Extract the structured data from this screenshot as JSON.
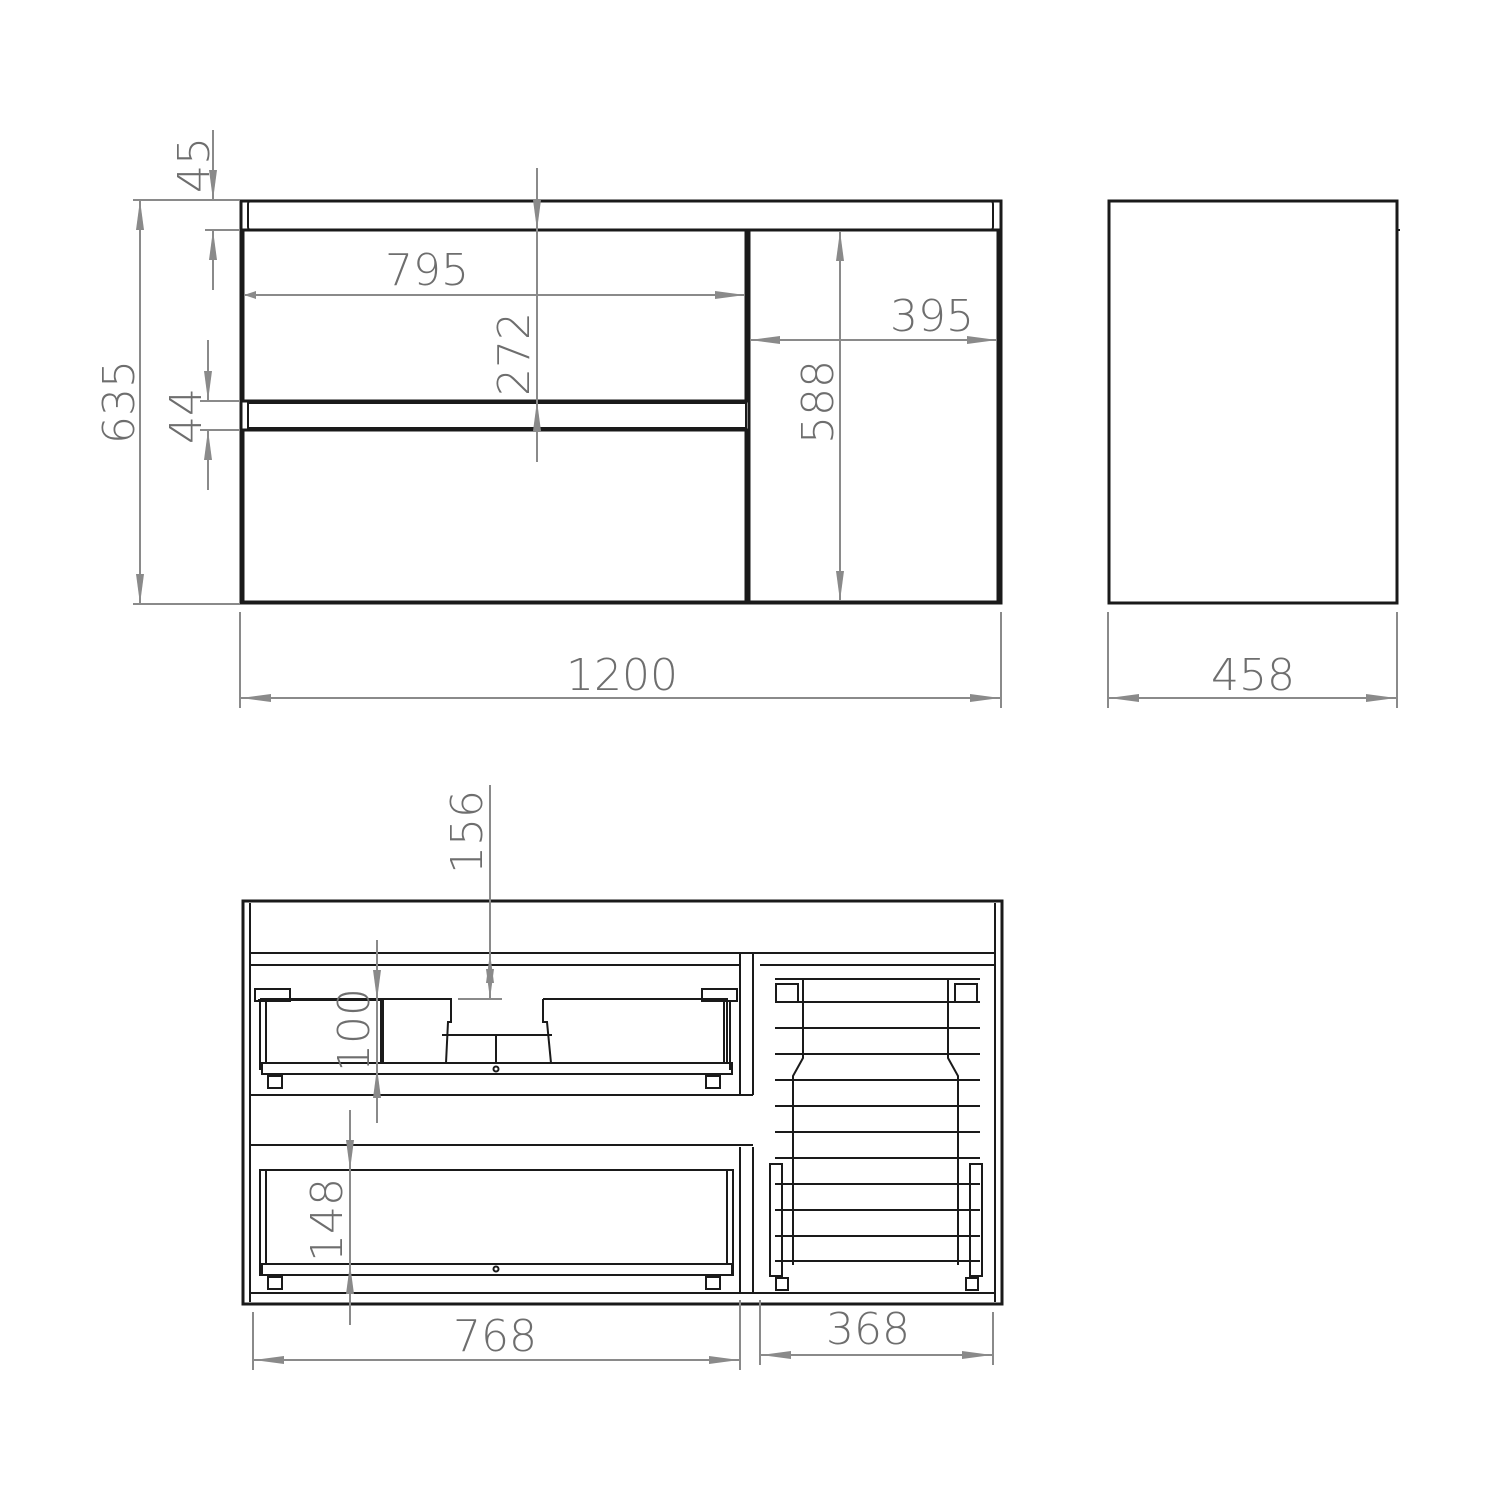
{
  "front_view": {
    "dims": {
      "top_thickness": "45",
      "total_height": "635",
      "rail_thickness": "44",
      "drawer_width": "795",
      "drawer_height": "272",
      "door_width": "395",
      "door_height": "588",
      "total_width": "1200"
    }
  },
  "side_view": {
    "dims": {
      "depth": "458"
    }
  },
  "interior_view": {
    "dims": {
      "siphon_cutout": "156",
      "upper_drawer_inner_height": "100",
      "lower_drawer_inner_height": "148",
      "drawer_inner_width": "768",
      "basket_inner_width": "368"
    }
  },
  "colors": {
    "line": "#1a1a1a",
    "dimension": "#8a8a8a",
    "text": "#6e6e6e"
  }
}
